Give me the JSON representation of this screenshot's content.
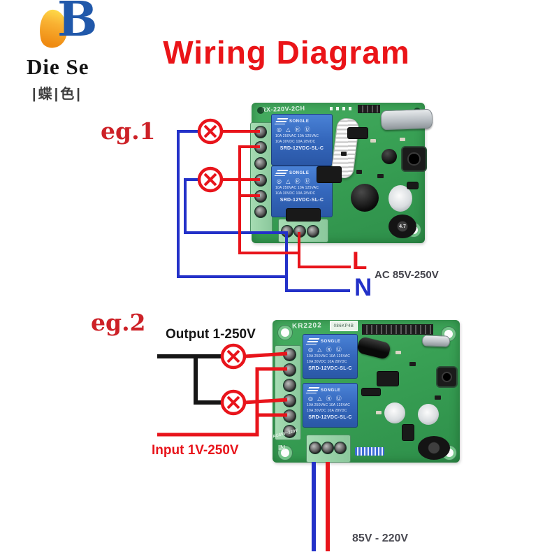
{
  "logo": {
    "monogram": "B",
    "brand": "Die Se",
    "subtitle": "|蝶|色|"
  },
  "title": {
    "text": "Wiring Diagram"
  },
  "relay": {
    "brand": "SONGLE",
    "cert_marks": "◎ △ Ⓡ Ⓤ",
    "rating_line1": "10A 250VAC  10A 125VAC",
    "rating_line2": "10A 30VDC   10A 28VDC",
    "model": "SRD-12VDC-SL-C"
  },
  "eg1": {
    "label": "eg.1",
    "board_model": "RX-220V-2CH",
    "live_label": "L",
    "neutral_label": "N",
    "mains_label": "AC 85V-250V"
  },
  "eg2": {
    "label": "eg.2",
    "board_model": "KR2202",
    "sticker": "086KP4B",
    "output_label": "Output 1-250V",
    "input_label": "Input 1V-250V",
    "supply_label": "85V - 220V",
    "in_label": "IN",
    "in_silk": "AC85V~220V"
  },
  "components": {
    "inductor_value": "4.7"
  },
  "colors": {
    "title_red": "#ea1418",
    "wire_red": "#e8141b",
    "wire_blue": "#2331c8",
    "wire_black": "#161616",
    "pcb_green": "#38a054",
    "relay_blue": "#3568bd"
  }
}
